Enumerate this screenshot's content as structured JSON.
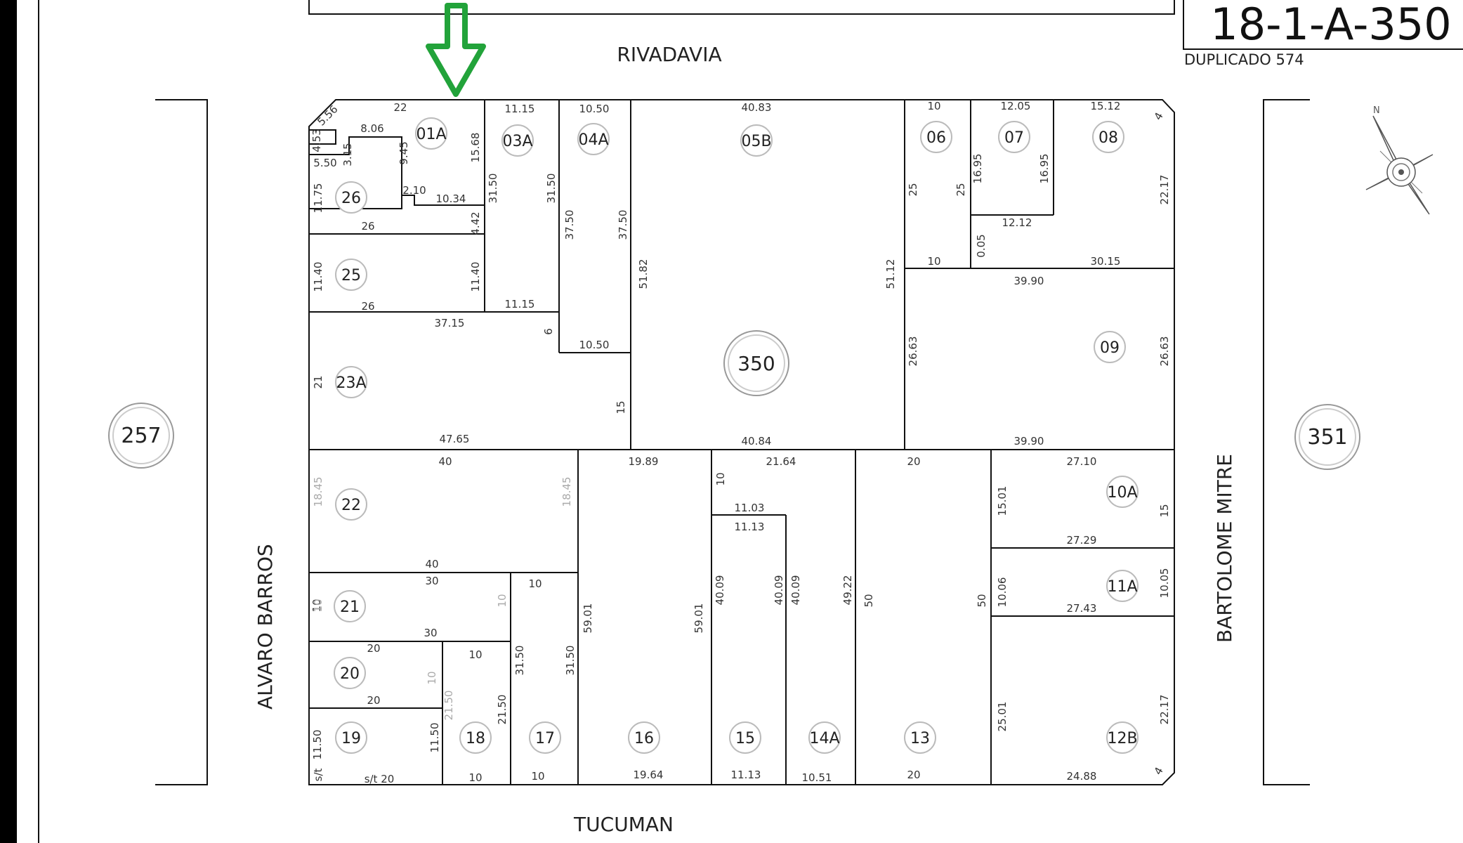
{
  "title": {
    "code": "18-1-A-350",
    "subtitle": "DUPLICADO 574"
  },
  "streets": {
    "north": "RIVADAVIA",
    "south": "TUCUMAN",
    "west": "ALVARO BARROS",
    "east": "BARTOLOME MITRE"
  },
  "block": "350",
  "neighbors": {
    "west": "257",
    "east": "351"
  },
  "compass": {
    "north_letter": "N"
  },
  "colors": {
    "arrow": "#22a33a",
    "lines": "#111111",
    "faint": "#aaaaaa"
  },
  "lots": [
    {
      "id": "01A"
    },
    {
      "id": "03A"
    },
    {
      "id": "04A"
    },
    {
      "id": "05B"
    },
    {
      "id": "06"
    },
    {
      "id": "07"
    },
    {
      "id": "08"
    },
    {
      "id": "26"
    },
    {
      "id": "25"
    },
    {
      "id": "23A"
    },
    {
      "id": "09"
    },
    {
      "id": "22"
    },
    {
      "id": "21"
    },
    {
      "id": "20"
    },
    {
      "id": "19"
    },
    {
      "id": "18"
    },
    {
      "id": "17"
    },
    {
      "id": "16"
    },
    {
      "id": "15"
    },
    {
      "id": "14A"
    },
    {
      "id": "13"
    },
    {
      "id": "10A"
    },
    {
      "id": "11A"
    },
    {
      "id": "12B"
    }
  ],
  "dimensions": [
    "22",
    "11.15",
    "10.50",
    "40.83",
    "10",
    "12.05",
    "15.12",
    "4.53",
    "5.56",
    "8.06",
    "5.50",
    "3.15",
    "9.45",
    "15.68",
    "11.75",
    "2.10",
    "10.34",
    "26",
    "4.42",
    "31.50",
    "31.50",
    "37.50",
    "37.50",
    "51.82",
    "51.12",
    "25",
    "25",
    "16.95",
    "16.95",
    "22.17",
    "12.12",
    "0.05",
    "10",
    "30.15",
    "39.90",
    "11.40",
    "11.40",
    "26",
    "11.15",
    "37.15",
    "6",
    "10.50",
    "26.63",
    "26.63",
    "21",
    "15",
    "47.65",
    "40.84",
    "39.90",
    "40",
    "19.89",
    "21.64",
    "20",
    "27.10",
    "10",
    "11.03",
    "11.13",
    "15.01",
    "15",
    "27.29",
    "40",
    "30",
    "10",
    "10.06",
    "10.05",
    "27.43",
    "59.01",
    "59.01",
    "40.09",
    "40.09",
    "40.09",
    "49.22",
    "50",
    "50",
    "20",
    "30",
    "10",
    "31.50",
    "31.50",
    "10",
    "20",
    "25.01",
    "22.17",
    "21.50",
    "11.50",
    "11.50",
    "21.50",
    "s/t",
    "s/t 20",
    "10",
    "10",
    "19.64",
    "11.13",
    "10.51",
    "20",
    "24.88",
    "18.45",
    "18.45",
    "10",
    "10",
    "10",
    "4",
    "4"
  ]
}
